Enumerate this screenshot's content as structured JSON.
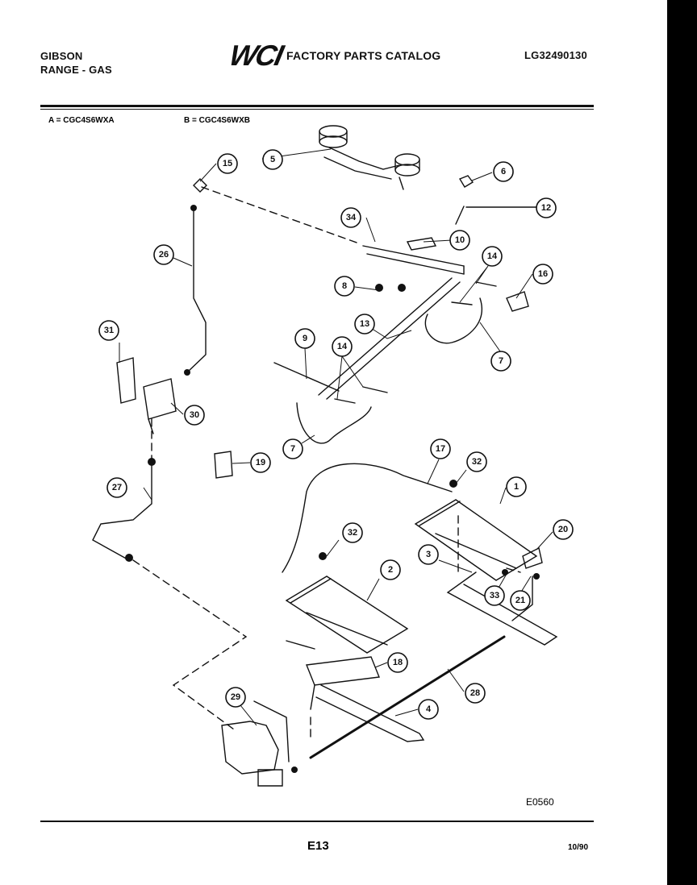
{
  "header": {
    "brand_line1": "GIBSON",
    "brand_line2": "RANGE - GAS",
    "logo_text": "WCI",
    "catalog_title": "FACTORY PARTS CATALOG",
    "part_number": "LG32490130"
  },
  "models": {
    "a": "A = CGC4S6WXA",
    "b": "B = CGC4S6WXB"
  },
  "callouts": [
    "1",
    "2",
    "3",
    "4",
    "5",
    "6",
    "7",
    "7",
    "8",
    "9",
    "10",
    "12",
    "13",
    "14",
    "14",
    "15",
    "16",
    "17",
    "18",
    "19",
    "20",
    "21",
    "26",
    "27",
    "28",
    "29",
    "30",
    "31",
    "32",
    "32",
    "33",
    "34"
  ],
  "footer": {
    "figure_ref": "E0560",
    "page": "E13",
    "date": "10/90"
  },
  "colors": {
    "ink": "#111111",
    "paper": "#ffffff",
    "border": "#000000"
  }
}
